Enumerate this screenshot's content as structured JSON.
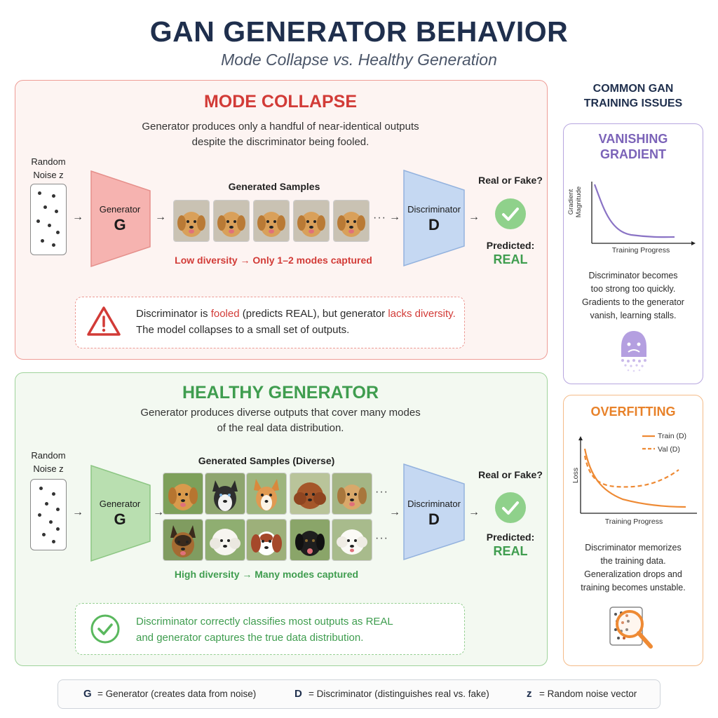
{
  "header": {
    "title": "GAN GENERATOR BEHAVIOR",
    "subtitle": "Mode Collapse vs. Healthy Generation"
  },
  "mode_collapse": {
    "title": "MODE COLLAPSE",
    "desc_line1": "Generator produces only a handful of near-identical outputs",
    "desc_line2": "despite the discriminator being fooled.",
    "noise_label_1": "Random",
    "noise_label_2": "Noise  z",
    "generator_label": "Generator",
    "generator_letter": "G",
    "samples_title": "Generated Samples",
    "ellipsis": "···",
    "discriminator_label": "Discriminator",
    "discriminator_letter": "D",
    "real_or_fake": "Real or Fake?",
    "predicted_label": "Predicted:",
    "predicted_value": "REAL",
    "diversity_note": "Low diversity  →  Only 1–2 modes captured",
    "note": {
      "p1": "Discriminator is ",
      "p2": "fooled",
      "p3": " (predicts REAL), but generator ",
      "p4": "lacks diversity.",
      "line2": "The model collapses to a small set of outputs."
    },
    "colors": {
      "accent": "#d23b37",
      "generator_fill": "#f6b3b0"
    }
  },
  "healthy": {
    "title": "HEALTHY GENERATOR",
    "desc_line1": "Generator produces diverse outputs that cover many modes",
    "desc_line2": "of the real data distribution.",
    "noise_label_1": "Random",
    "noise_label_2": "Noise  z",
    "generator_label": "Generator",
    "generator_letter": "G",
    "samples_title": "Generated Samples (Diverse)",
    "ellipsis": "···",
    "discriminator_label": "Discriminator",
    "discriminator_letter": "D",
    "real_or_fake": "Real or Fake?",
    "predicted_label": "Predicted:",
    "predicted_value": "REAL",
    "diversity_note": "High diversity  →  Many modes captured",
    "note": {
      "p1": "Discriminator correctly classifies most outputs as REAL",
      "p2": "and generator captures the true data distribution."
    },
    "colors": {
      "accent": "#3f9d4f",
      "generator_fill": "#b9dfb0"
    }
  },
  "sidebar": {
    "title_line1": "COMMON GAN",
    "title_line2": "TRAINING ISSUES",
    "vanishing": {
      "title_line1": "VANISHING",
      "title_line2": "GRADIENT",
      "ylabel": "Gradient Magnitude",
      "xlabel": "Training Progress",
      "text": [
        "Discriminator becomes",
        "too strong too quickly.",
        "Gradients to the generator",
        "vanish, learning stalls."
      ],
      "icon": "sad-ghost-icon"
    },
    "overfitting": {
      "title": "OVERFITTING",
      "legend_train": "Train (D)",
      "legend_val": "Val (D)",
      "ylabel": "Loss",
      "xlabel": "Training Progress",
      "text": [
        "Discriminator memorizes",
        "the training data.",
        "Generalization drops and",
        "training becomes unstable."
      ],
      "icon": "magnifier-icon"
    }
  },
  "legend": {
    "g_sym": "G",
    "g_text": "= Generator (creates data from noise)",
    "d_sym": "D",
    "d_text": "= Discriminator (distinguishes real vs. fake)",
    "z_sym": "z",
    "z_text": "= Random noise vector"
  }
}
